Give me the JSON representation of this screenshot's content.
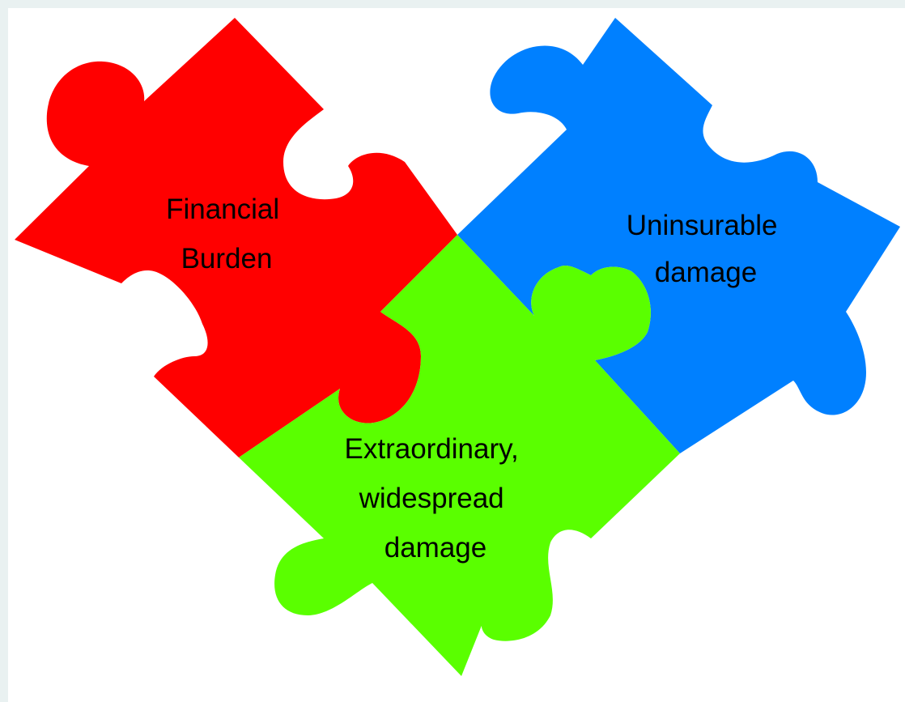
{
  "colors": {
    "background_outer": "#e9f1f1",
    "slide": "#ffffff",
    "piece_red": "#ff0000",
    "piece_blue": "#0080ff",
    "piece_green": "#5aff00",
    "text": "#000000"
  },
  "pieces": [
    {
      "id": "red",
      "color": "#ff0000",
      "label_lines": [
        "Financial",
        "Burden"
      ]
    },
    {
      "id": "blue",
      "color": "#0080ff",
      "label_lines": [
        "Uninsurable",
        "damage"
      ]
    },
    {
      "id": "green",
      "color": "#5aff00",
      "label_lines": [
        "Extraordinary,",
        "widespread",
        "damage"
      ]
    }
  ]
}
